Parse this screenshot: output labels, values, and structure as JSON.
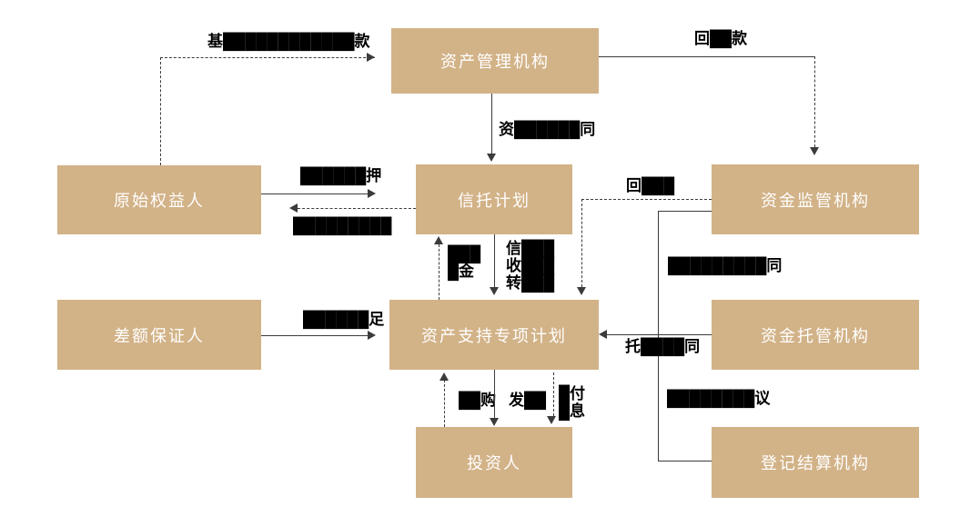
{
  "colors": {
    "box_fill": "#D2B287",
    "box_text": "#FFFFFF",
    "line": "#3B3B3B",
    "label_text": "#000000",
    "background": "#FFFFFF"
  },
  "boxes": {
    "asset_mgmt": "资产管理机构",
    "original_holder": "原始权益人",
    "trust_plan": "信托计划",
    "fund_supervision": "资金监管机构",
    "guarantor": "差额保证人",
    "spv": "资产支持专项计划",
    "fund_custody": "资金托管机构",
    "investor": "投资人",
    "registration": "登记结算机构"
  },
  "labels": {
    "base_asset_payment": "基████████████款",
    "recovery_top": "回██款",
    "mgmt_contract": "资██████同",
    "pledge": "██████押",
    "loan_back": "█████████",
    "shortfall_makeup": "██████足",
    "funds_up": "███\n█金",
    "trust_transfer": "信███\n收███\n转███",
    "recovery_mid": "回███",
    "supervision_contract": "█████████同",
    "custody_contract": "托████同",
    "registration_agreement": "████████议",
    "subscribe": "██购",
    "issue": "发██",
    "pay_principal_interest": "█付\n█息"
  }
}
